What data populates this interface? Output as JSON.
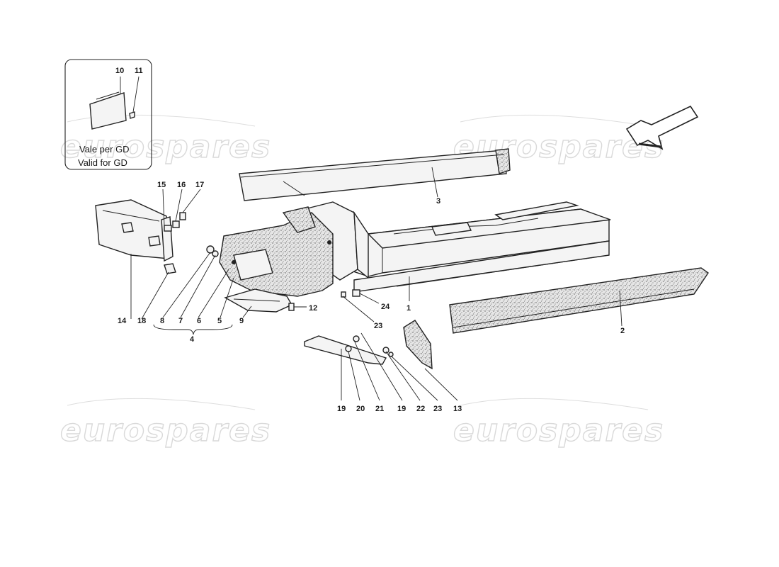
{
  "diagram": {
    "inset": {
      "note_it": "Vale per GD",
      "note_en": "Valid for GD",
      "labels": [
        "10",
        "11"
      ]
    },
    "callouts": [
      "1",
      "2",
      "3",
      "4",
      "5",
      "6",
      "7",
      "8",
      "9",
      "12",
      "13",
      "14",
      "15",
      "16",
      "17",
      "18",
      "19",
      "20",
      "21",
      "19",
      "22",
      "23",
      "24"
    ],
    "watermark": "eurospares"
  }
}
